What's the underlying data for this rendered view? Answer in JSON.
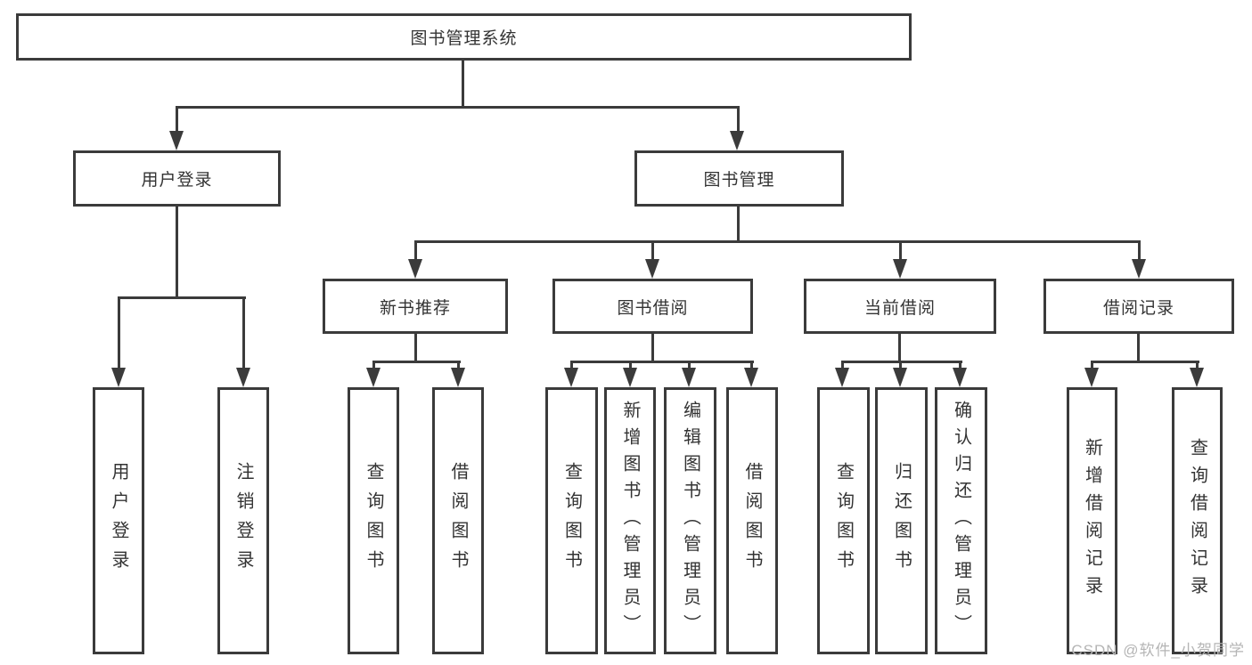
{
  "tree": {
    "root": {
      "label": "图书管理系统",
      "children": [
        {
          "label": "用户登录",
          "children": [
            {
              "label": "用户登录"
            },
            {
              "label": "注销登录"
            }
          ]
        },
        {
          "label": "图书管理",
          "children": [
            {
              "label": "新书推荐",
              "children": [
                {
                  "label": "查询图书"
                },
                {
                  "label": "借阅图书"
                }
              ]
            },
            {
              "label": "图书借阅",
              "children": [
                {
                  "label": "查询图书"
                },
                {
                  "label": "新增图书（管理员）"
                },
                {
                  "label": "编辑图书（管理员）"
                },
                {
                  "label": "借阅图书"
                }
              ]
            },
            {
              "label": "当前借阅",
              "children": [
                {
                  "label": "查询图书"
                },
                {
                  "label": "归还图书"
                },
                {
                  "label": "确认归还（管理员）"
                }
              ]
            },
            {
              "label": "借阅记录",
              "children": [
                {
                  "label": "新增借阅记录"
                },
                {
                  "label": "查询借阅记录"
                }
              ]
            }
          ]
        }
      ]
    }
  },
  "watermark": "CSDN @软件_小贺同学",
  "colors": {
    "line": "#3b3b3b",
    "box_border": "#3b3b3b",
    "text": "#333333",
    "watermark": "#b5b5b5",
    "background": "#ffffff"
  }
}
